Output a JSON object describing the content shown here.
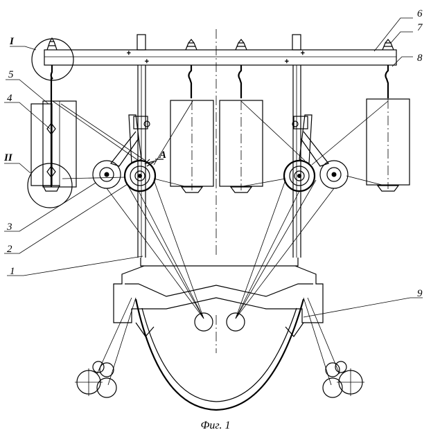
{
  "figure": {
    "caption": "Фиг. 1"
  },
  "labels": {
    "l1": "1",
    "l2": "2",
    "l3": "3",
    "l4": "4",
    "l5": "5",
    "l6": "6",
    "l7": "7",
    "l8": "8",
    "l9": "9",
    "roman1": "I",
    "roman2": "II",
    "arrowA": "A"
  }
}
